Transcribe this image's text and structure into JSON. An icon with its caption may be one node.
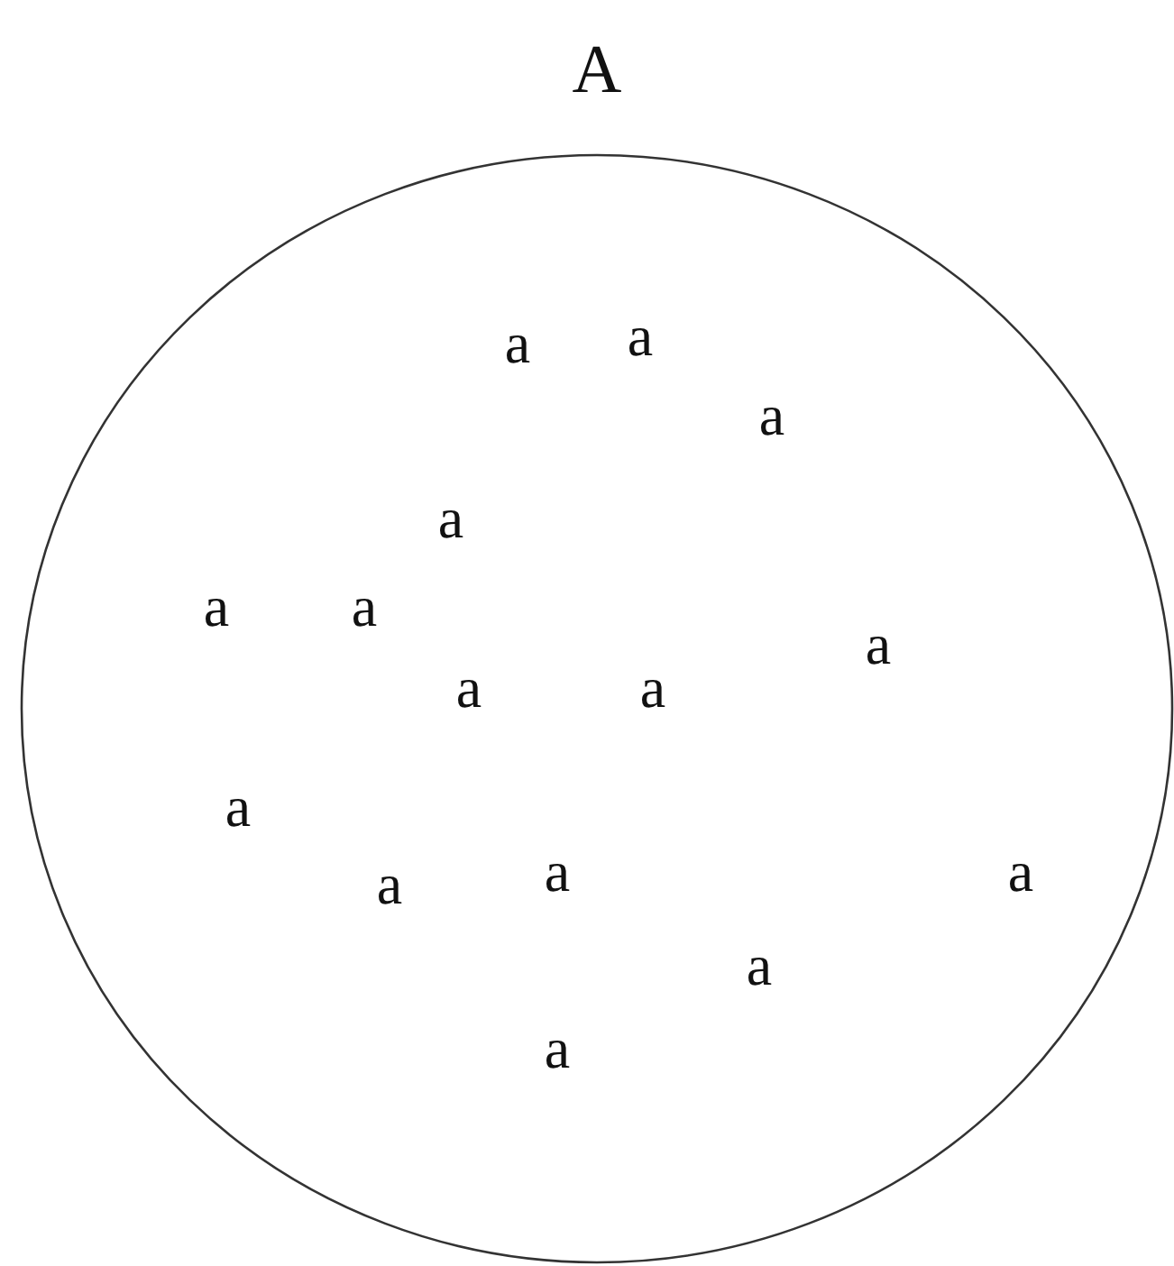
{
  "diagram": {
    "nodes": [
      {
        "text": [
          "A"
        ]
      }
    ],
    "edges": [],
    "labels": [
      "a",
      "a",
      "a",
      "a",
      "a",
      "a",
      "a",
      "a",
      "a",
      "a",
      "a",
      "a",
      "a",
      "a",
      "a"
    ]
  }
}
